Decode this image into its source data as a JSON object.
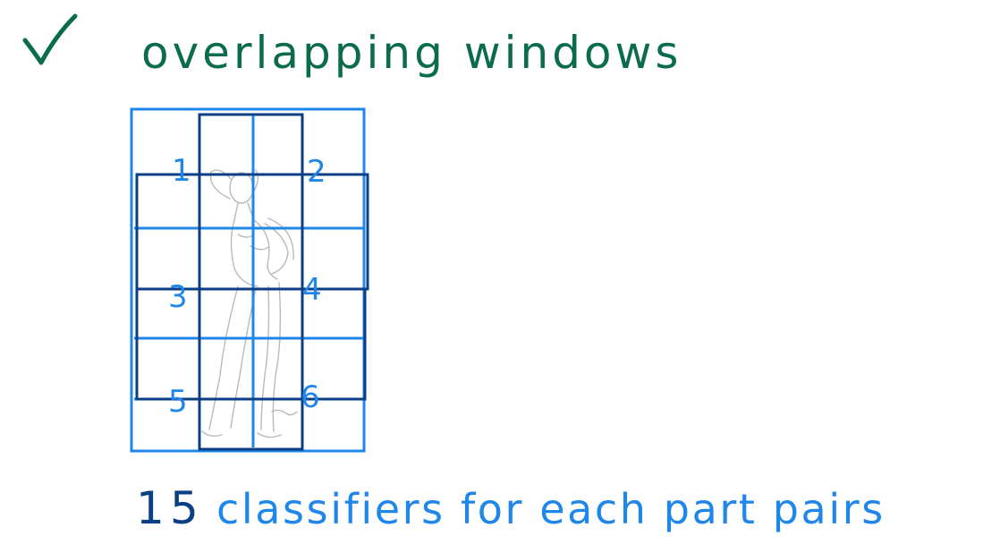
{
  "heading": {
    "checkmark_icon": "check-mark-icon",
    "text": "overlapping windows",
    "color": "#0b6b4f"
  },
  "diagram": {
    "figure_icon": "human-figure-sketch-icon",
    "light_grid_color": "#1f86ea",
    "dark_grid_color": "#0a3f86",
    "sketch_color": "#b9b9b9",
    "window_labels": [
      "1",
      "2",
      "3",
      "4",
      "5",
      "6"
    ]
  },
  "caption": {
    "number_first": "1",
    "number_second": "5",
    "text": "classifiers for each part pairs",
    "number_first_color": "#0a3f86",
    "number_second_color": "#0a3f86",
    "text_color": "#1f86ea"
  }
}
